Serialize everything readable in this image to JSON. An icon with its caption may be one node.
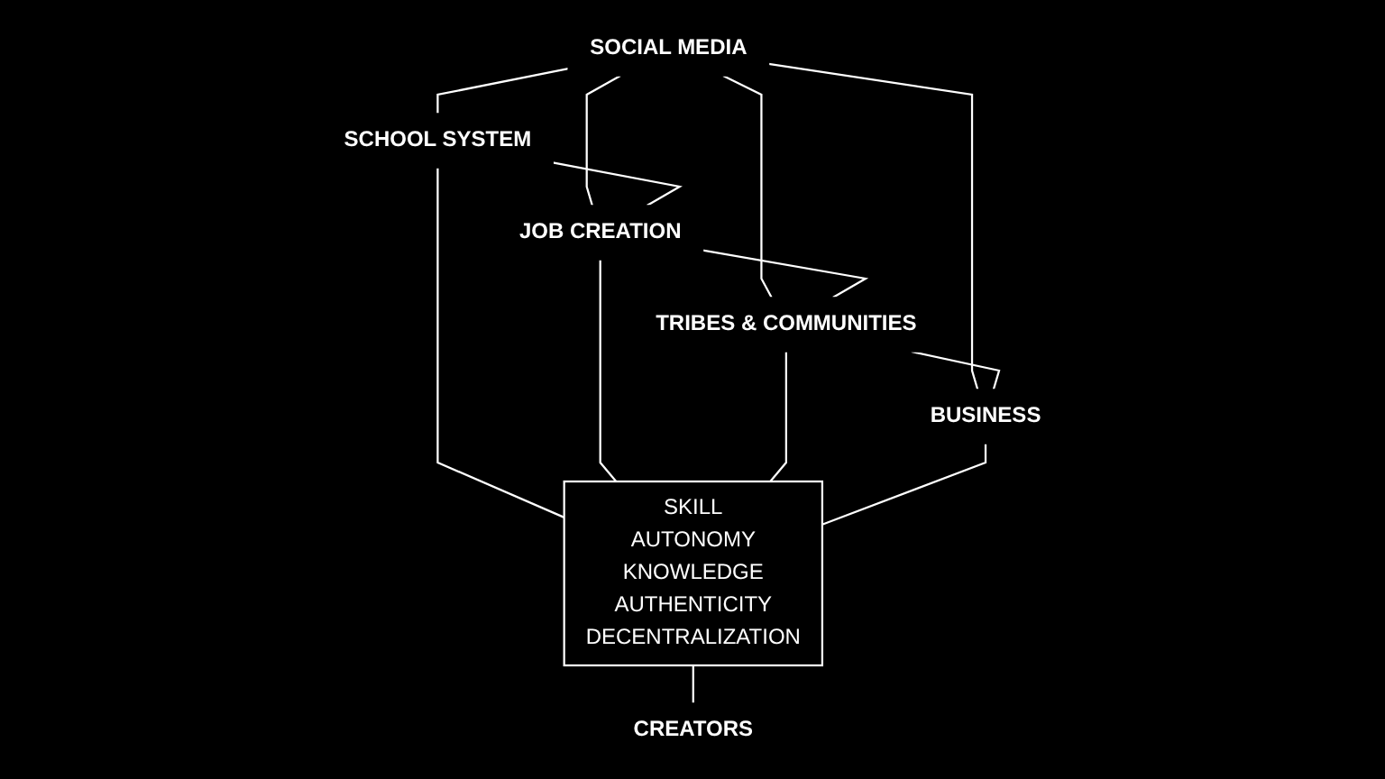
{
  "diagram": {
    "nodes": [
      {
        "text": [
          "SOCIAL MEDIA"
        ]
      },
      {
        "text": [
          "SCHOOL SYSTEM"
        ]
      },
      {
        "text": [
          "JOB CREATION"
        ]
      },
      {
        "text": [
          "TRIBES & COMMUNITIES"
        ]
      },
      {
        "text": [
          "BUSINESS"
        ]
      },
      {
        "text": [
          "SKILL",
          "AUTONOMY",
          "KNOWLEDGE",
          "AUTHENTICITY",
          "DECENTRALIZATION"
        ]
      },
      {
        "text": [
          "CREATORS"
        ]
      }
    ],
    "edges": [
      {
        "from": 0,
        "to": 1,
        "arrow": "none"
      },
      {
        "from": 0,
        "to": 2,
        "arrow": "none"
      },
      {
        "from": 0,
        "to": 3,
        "arrow": "none"
      },
      {
        "from": 0,
        "to": 4,
        "arrow": "none"
      },
      {
        "from": 1,
        "to": 2,
        "arrow": "none"
      },
      {
        "from": 2,
        "to": 3,
        "arrow": "none"
      },
      {
        "from": 3,
        "to": 4,
        "arrow": "none"
      },
      {
        "from": 1,
        "to": 5,
        "arrow": "none"
      },
      {
        "from": 2,
        "to": 5,
        "arrow": "none"
      },
      {
        "from": 3,
        "to": 5,
        "arrow": "none"
      },
      {
        "from": 4,
        "to": 5,
        "arrow": "none"
      },
      {
        "from": 5,
        "to": 6,
        "arrow": "none"
      }
    ]
  }
}
